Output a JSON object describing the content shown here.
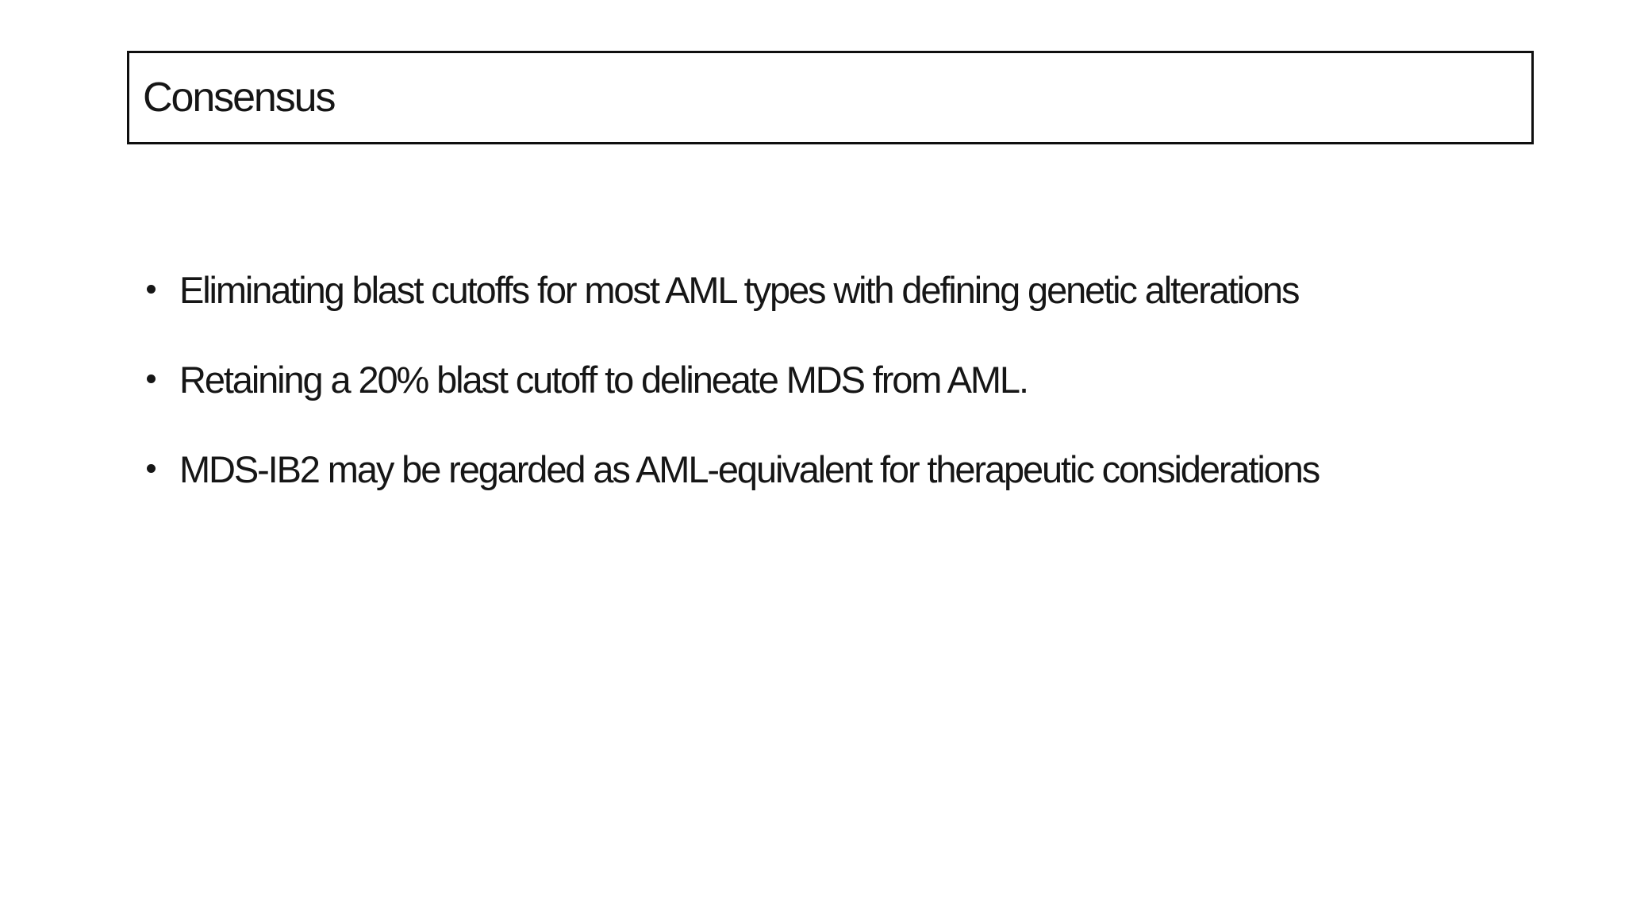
{
  "slide": {
    "title": "Consensus",
    "bullets": [
      "Eliminating blast cutoffs for most AML types with defining genetic alterations",
      "Retaining a 20% blast cutoff to delineate MDS from AML.",
      "MDS-IB2 may be regarded as AML-equivalent for therapeutic considerations"
    ],
    "colors": {
      "background": "#ffffff",
      "text": "#161616",
      "border": "#0f0f0f"
    }
  }
}
